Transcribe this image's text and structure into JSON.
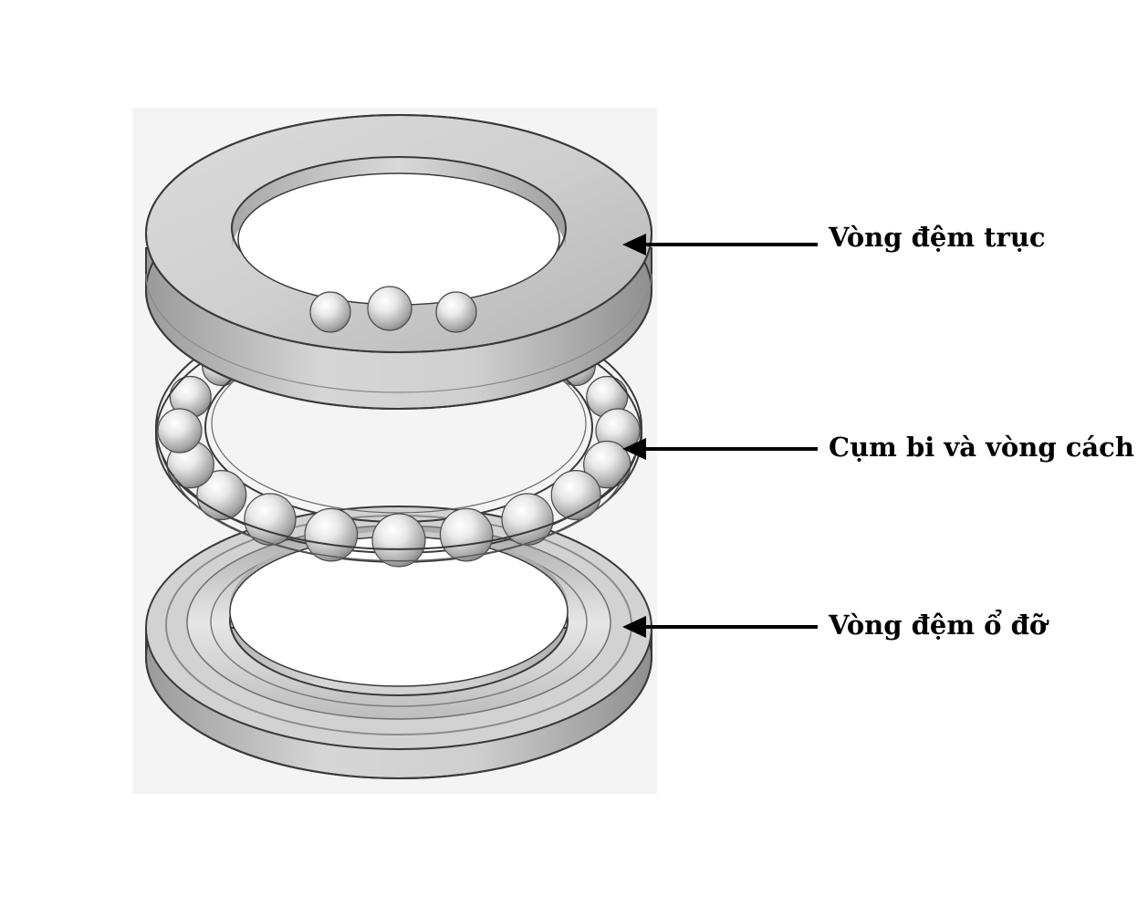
{
  "labels": {
    "shaft_washer": "Vòng đệm trục",
    "ball_cage_assembly": "Cụm bi và vòng cách",
    "housing_washer": "Vòng đệm ổ đỡ"
  },
  "colors": {
    "background": "#ffffff",
    "backdrop": "#f3f3f3",
    "steel_light": "#e4e4e4",
    "steel_mid": "#b9b9b9",
    "steel_dark": "#7a7a7a",
    "outline": "#3a3a3a",
    "arrow": "#000000"
  }
}
